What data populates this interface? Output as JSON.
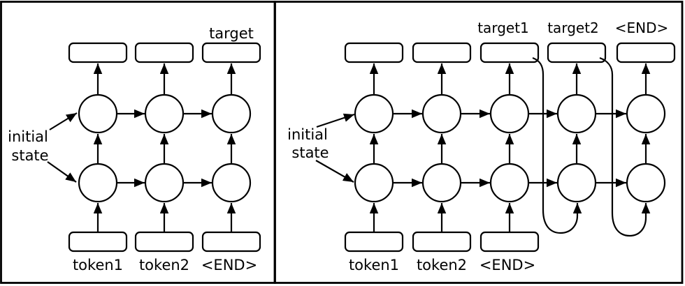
{
  "diagram": {
    "left_panel": {
      "initial_state_line1": "initial",
      "initial_state_line2": "state",
      "target_labels": [
        "target"
      ],
      "input_labels": [
        "token1",
        "token2",
        "<END>"
      ]
    },
    "right_panel": {
      "initial_state_line1": "initial",
      "initial_state_line2": "state",
      "target_labels": [
        "target1",
        "target2",
        "<END>"
      ],
      "input_labels": [
        "token1",
        "token2",
        "<END>"
      ]
    },
    "colors": {
      "line": "#000000",
      "background": "#ffffff",
      "node_fill": "#ffffff"
    }
  }
}
